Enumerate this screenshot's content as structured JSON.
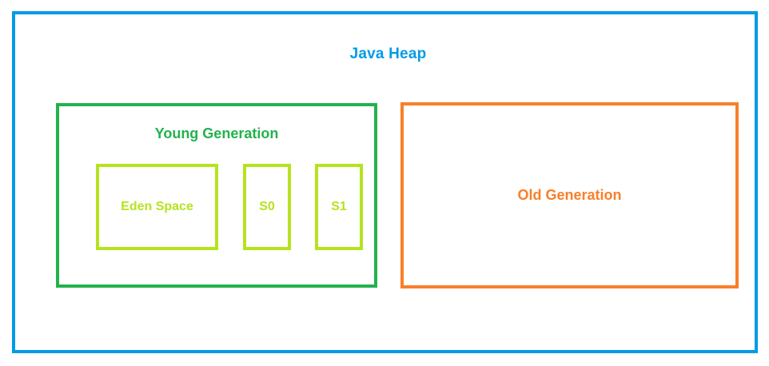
{
  "diagram": {
    "type": "jvm-heap-memory-layout",
    "background_color": "#ffffff",
    "heap": {
      "title": "Java Heap",
      "border_color": "#039be5",
      "title_color": "#039be5"
    },
    "young_generation": {
      "title": "Young Generation",
      "border_color": "#22b24c",
      "title_color": "#22b24c",
      "spaces": [
        {
          "label": "Eden Space",
          "color": "#b5e31e"
        },
        {
          "label": "S0",
          "color": "#b5e31e"
        },
        {
          "label": "S1",
          "color": "#b5e31e"
        }
      ]
    },
    "old_generation": {
      "title": "Old Generation",
      "border_color": "#f97f28",
      "title_color": "#f97f28"
    }
  }
}
